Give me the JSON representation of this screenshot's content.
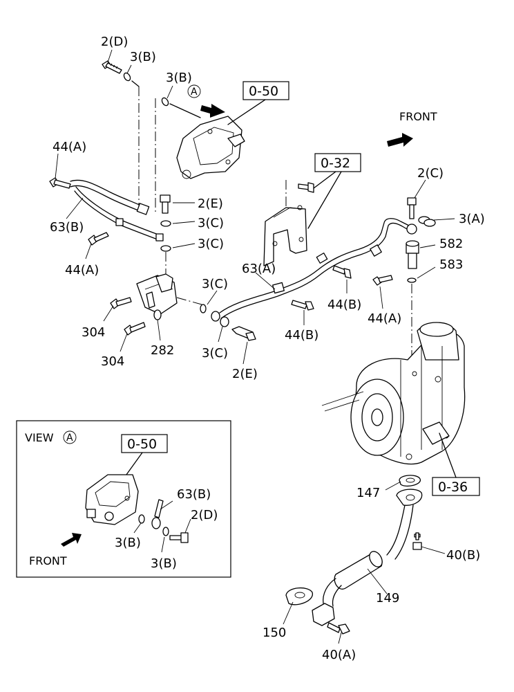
{
  "view_label": "VIEW",
  "circle_letter": "A",
  "front_label": "FRONT",
  "refs": {
    "r050": "0-50",
    "r032": "0-32",
    "r036": "0-36",
    "r050_inset": "0-50"
  },
  "labels": {
    "l_2D": "2(D)",
    "l_3B_1": "3(B)",
    "l_3B_2": "3(B)",
    "l_44A_1": "44(A)",
    "l_2E_1": "2(E)",
    "l_63B": "63(B)",
    "l_3C_1": "3(C)",
    "l_3C_2": "3(C)",
    "l_44A_2": "44(A)",
    "l_2C": "2(C)",
    "l_3A": "3(A)",
    "l_582": "582",
    "l_583": "583",
    "l_63A": "63(A)",
    "l_3C_3": "3(C)",
    "l_44B_1": "44(B)",
    "l_44A_3": "44(A)",
    "l_304_1": "304",
    "l_304_2": "304",
    "l_282": "282",
    "l_44B_2": "44(B)",
    "l_3C_4": "3(C)",
    "l_2E_2": "2(E)",
    "l_147": "147",
    "l_40B": "40(B)",
    "l_149": "149",
    "l_150": "150",
    "l_40A": "40(A)",
    "l_63B_inset": "63(B)",
    "l_2D_inset": "2(D)",
    "l_3B_inset1": "3(B)",
    "l_3B_inset2": "3(B)"
  }
}
